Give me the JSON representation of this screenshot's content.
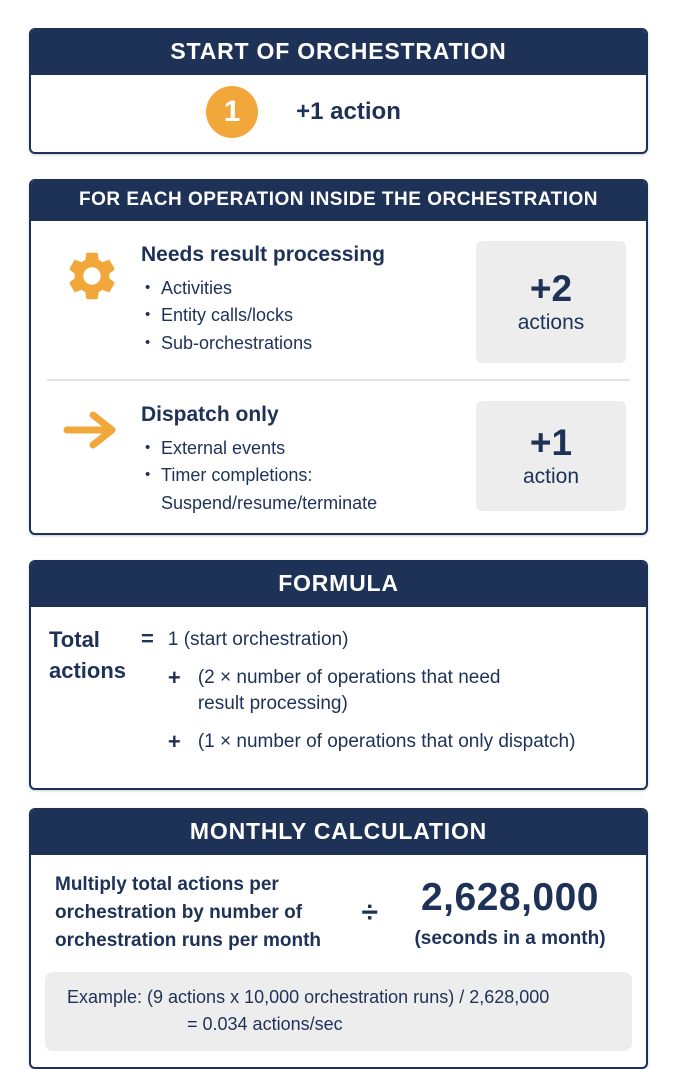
{
  "colors": {
    "navy": "#1e3157",
    "yellow": "#f2a73b",
    "gray-box": "#ededed"
  },
  "card1": {
    "header": "START OF ORCHESTRATION",
    "badge_number": "1",
    "action_label": "+1 action"
  },
  "card2": {
    "header": "FOR EACH OPERATION INSIDE THE ORCHESTRATION",
    "rows": [
      {
        "icon": "gear-icon",
        "title": "Needs result processing",
        "bullets": [
          "Activities",
          "Entity calls/locks",
          "Sub-orchestrations"
        ],
        "badge_value": "+2",
        "badge_unit": "actions"
      },
      {
        "icon": "arrow-right-icon",
        "title": "Dispatch only",
        "bullets": [
          "External events",
          "Timer completions:"
        ],
        "bullet_continuation": "Suspend/resume/terminate",
        "badge_value": "+1",
        "badge_unit": "action"
      }
    ]
  },
  "card3": {
    "header": "FORMULA",
    "lhs_line1": "Total",
    "lhs_line2": "actions",
    "equals": "=",
    "line1": "1 (start orchestration)",
    "plus": "+",
    "line2a": "(2 × number of operations that need",
    "line2b": "result processing)",
    "line3": "(1 × number of operations that only dispatch)"
  },
  "card4": {
    "header": "MONTHLY CALCULATION",
    "left_lines": [
      "Multiply total actions per",
      "orchestration by number of",
      "orchestration runs per month"
    ],
    "divide_symbol": "÷",
    "big_number": "2,628,000",
    "big_number_caption": "(seconds in a month)",
    "example_line1": "Example: (9 actions x 10,000 orchestration runs) / 2,628,000",
    "example_line2": "= 0.034 actions/sec"
  }
}
